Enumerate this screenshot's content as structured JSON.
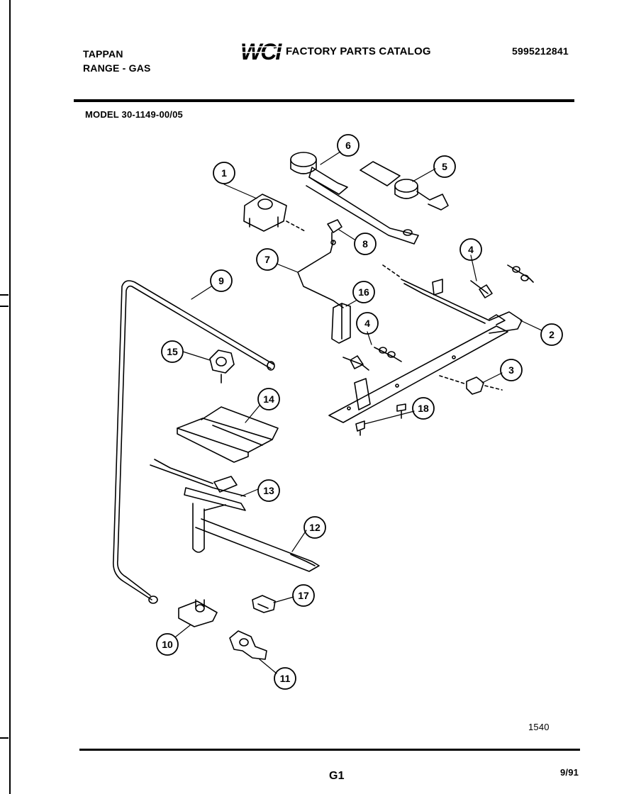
{
  "header": {
    "brand": "TAPPAN",
    "appliance": "RANGE - GAS",
    "logo_text": "WCI",
    "catalog_title": "FACTORY PARTS CATALOG",
    "part_number": "5995212841",
    "model": "MODEL 30-1149-00/05"
  },
  "diagram": {
    "callouts": [
      "1",
      "6",
      "5",
      "8",
      "7",
      "4",
      "9",
      "16",
      "2",
      "4",
      "15",
      "3",
      "14",
      "18",
      "13",
      "12",
      "17",
      "10",
      "11"
    ]
  },
  "footer": {
    "drawing_code": "1540",
    "page_code": "G1",
    "date": "9/91"
  }
}
